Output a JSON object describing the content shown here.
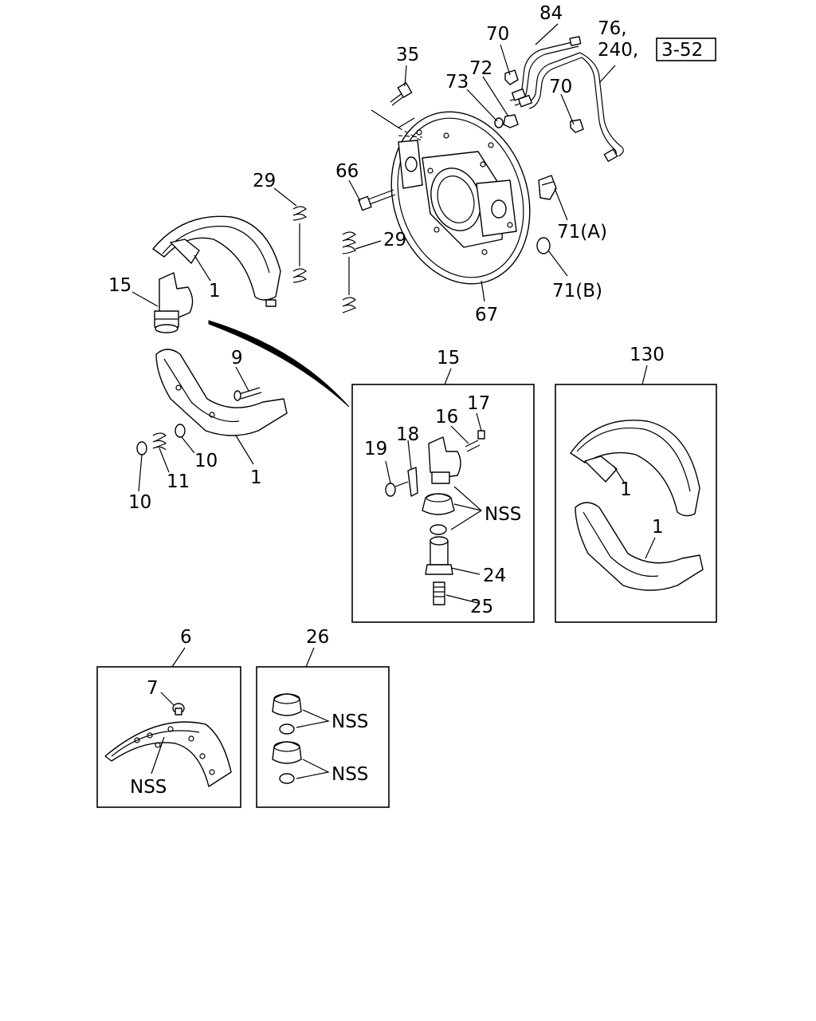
{
  "diagram": {
    "ref_box": "3-52",
    "callouts": {
      "p84": "84",
      "p76": "76,",
      "p240": "240,",
      "p70a": "70",
      "p70b": "70",
      "p35": "35",
      "p72": "72",
      "p73": "73",
      "p66": "66",
      "p29a": "29",
      "p29b": "29",
      "p71a": "71(A)",
      "p71b": "71(B)",
      "p67": "67",
      "p15": "15",
      "p1a": "1",
      "p9": "9",
      "p10a": "10",
      "p10b": "10",
      "p11": "11",
      "p1b": "1"
    },
    "box15": {
      "title": "15",
      "p17": "17",
      "p16": "16",
      "p18": "18",
      "p19": "19",
      "nss": "NSS",
      "p24": "24",
      "p25": "25"
    },
    "box130": {
      "title": "130",
      "p1a": "1",
      "p1b": "1"
    },
    "box6": {
      "title": "6",
      "p7": "7",
      "nss": "NSS"
    },
    "box26": {
      "title": "26",
      "nss_a": "NSS",
      "nss_b": "NSS"
    }
  }
}
